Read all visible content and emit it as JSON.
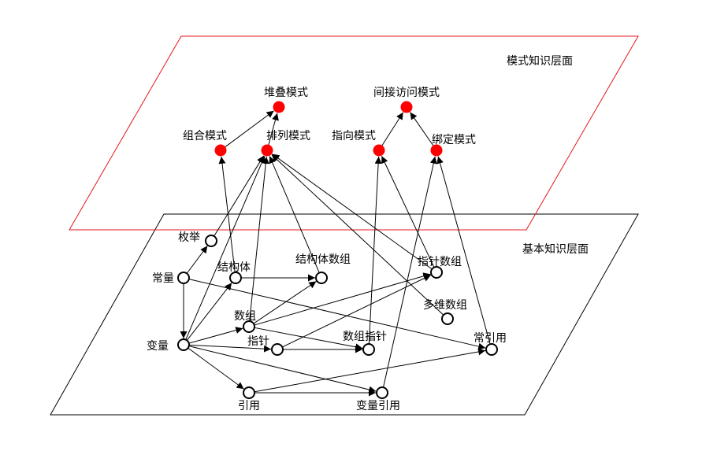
{
  "planes": {
    "pattern_layer": {
      "label": "模式知识层面",
      "border_color": "#e8141e"
    },
    "basic_layer": {
      "label": "基本知识层面",
      "border_color": "#000000"
    }
  },
  "pattern_nodes": [
    {
      "id": "stack",
      "label": "堆叠模式"
    },
    {
      "id": "indirect",
      "label": "间接访问模式"
    },
    {
      "id": "combine",
      "label": "组合模式"
    },
    {
      "id": "arrange",
      "label": "排列模式"
    },
    {
      "id": "pointto",
      "label": "指向模式"
    },
    {
      "id": "bind",
      "label": "绑定模式"
    }
  ],
  "basic_nodes": [
    {
      "id": "enum",
      "label": "枚举"
    },
    {
      "id": "const",
      "label": "常量"
    },
    {
      "id": "struct",
      "label": "结构体"
    },
    {
      "id": "structarr",
      "label": "结构体数组"
    },
    {
      "id": "ptrarr",
      "label": "指针数组"
    },
    {
      "id": "multiarr",
      "label": "多维数组"
    },
    {
      "id": "array",
      "label": "数组"
    },
    {
      "id": "var",
      "label": "变量"
    },
    {
      "id": "ptr",
      "label": "指针"
    },
    {
      "id": "arrptr",
      "label": "数组指针"
    },
    {
      "id": "constref",
      "label": "常引用"
    },
    {
      "id": "ref",
      "label": "引用"
    },
    {
      "id": "varref",
      "label": "变量引用"
    }
  ],
  "pattern_node_color": "#ff0000",
  "edges": [
    [
      "combine",
      "stack"
    ],
    [
      "arrange",
      "stack"
    ],
    [
      "pointto",
      "indirect"
    ],
    [
      "bind",
      "indirect"
    ],
    [
      "struct",
      "combine"
    ],
    [
      "enum",
      "arrange"
    ],
    [
      "array",
      "arrange"
    ],
    [
      "structarr",
      "arrange"
    ],
    [
      "ptrarr",
      "arrange"
    ],
    [
      "multiarr",
      "arrange"
    ],
    [
      "var",
      "arrange"
    ],
    [
      "arrptr",
      "pointto"
    ],
    [
      "ptrarr",
      "pointto"
    ],
    [
      "varref",
      "bind"
    ],
    [
      "constref",
      "bind"
    ],
    [
      "const",
      "enum"
    ],
    [
      "const",
      "var"
    ],
    [
      "const",
      "constref"
    ],
    [
      "var",
      "array"
    ],
    [
      "var",
      "ptr"
    ],
    [
      "var",
      "ref"
    ],
    [
      "var",
      "varref"
    ],
    [
      "var",
      "struct"
    ],
    [
      "struct",
      "structarr"
    ],
    [
      "array",
      "structarr"
    ],
    [
      "array",
      "ptrarr"
    ],
    [
      "array",
      "arrptr"
    ],
    [
      "ptr",
      "ptrarr"
    ],
    [
      "ptr",
      "arrptr"
    ],
    [
      "ref",
      "varref"
    ],
    [
      "ref",
      "constref"
    ]
  ]
}
